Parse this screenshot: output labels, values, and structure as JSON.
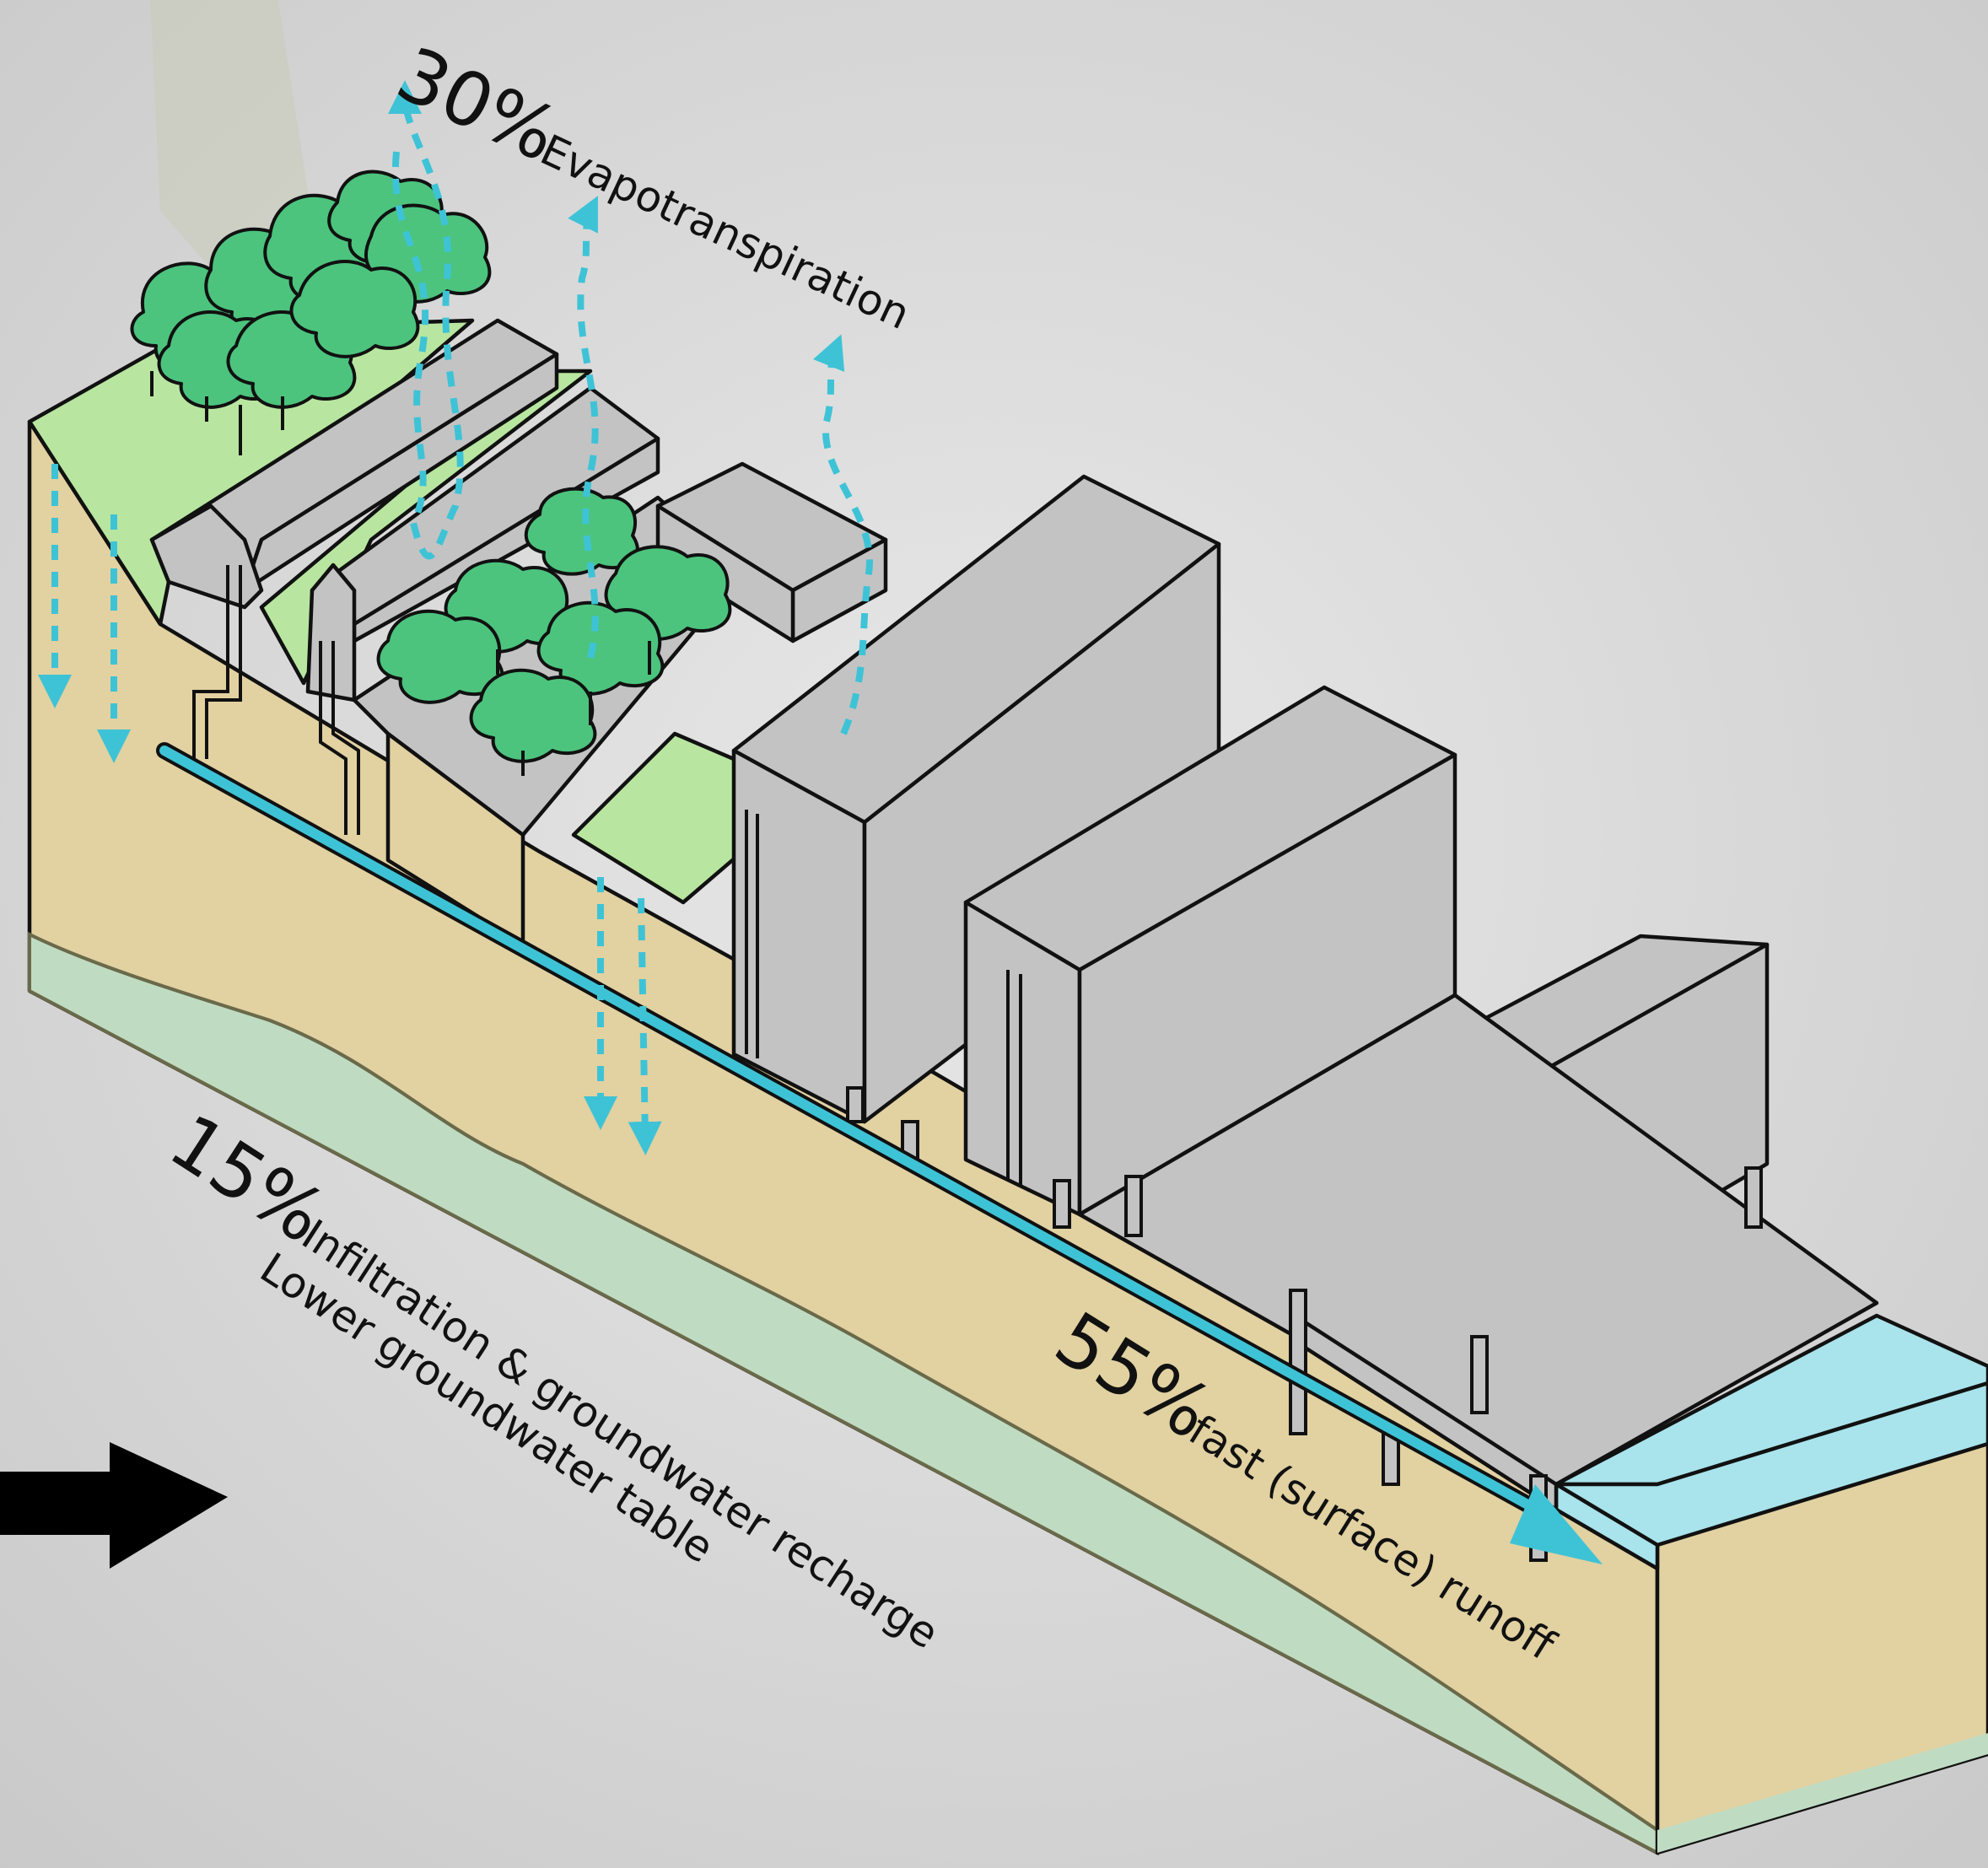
{
  "labels": {
    "evapotranspiration": {
      "percent": "30%",
      "text": "Evapotranspiration"
    },
    "infiltration": {
      "percent": "15%",
      "text": "Infiltration & groundwater recharge",
      "line2": "Lower groundwater table"
    },
    "runoff": {
      "percent": "55%",
      "text": "fast (surface) runoff"
    }
  },
  "colors": {
    "soil": "#e2d1a1",
    "groundwater": "#bfdcc3",
    "grass": "#b8e6a0",
    "tree": "#4cc47e",
    "building": "#c3c3c3",
    "water_flow": "#3ec3d6",
    "river": "#a9e3ec",
    "background": "#d9d9d9"
  },
  "icons": {
    "direction_arrow": "right-arrow-icon"
  }
}
